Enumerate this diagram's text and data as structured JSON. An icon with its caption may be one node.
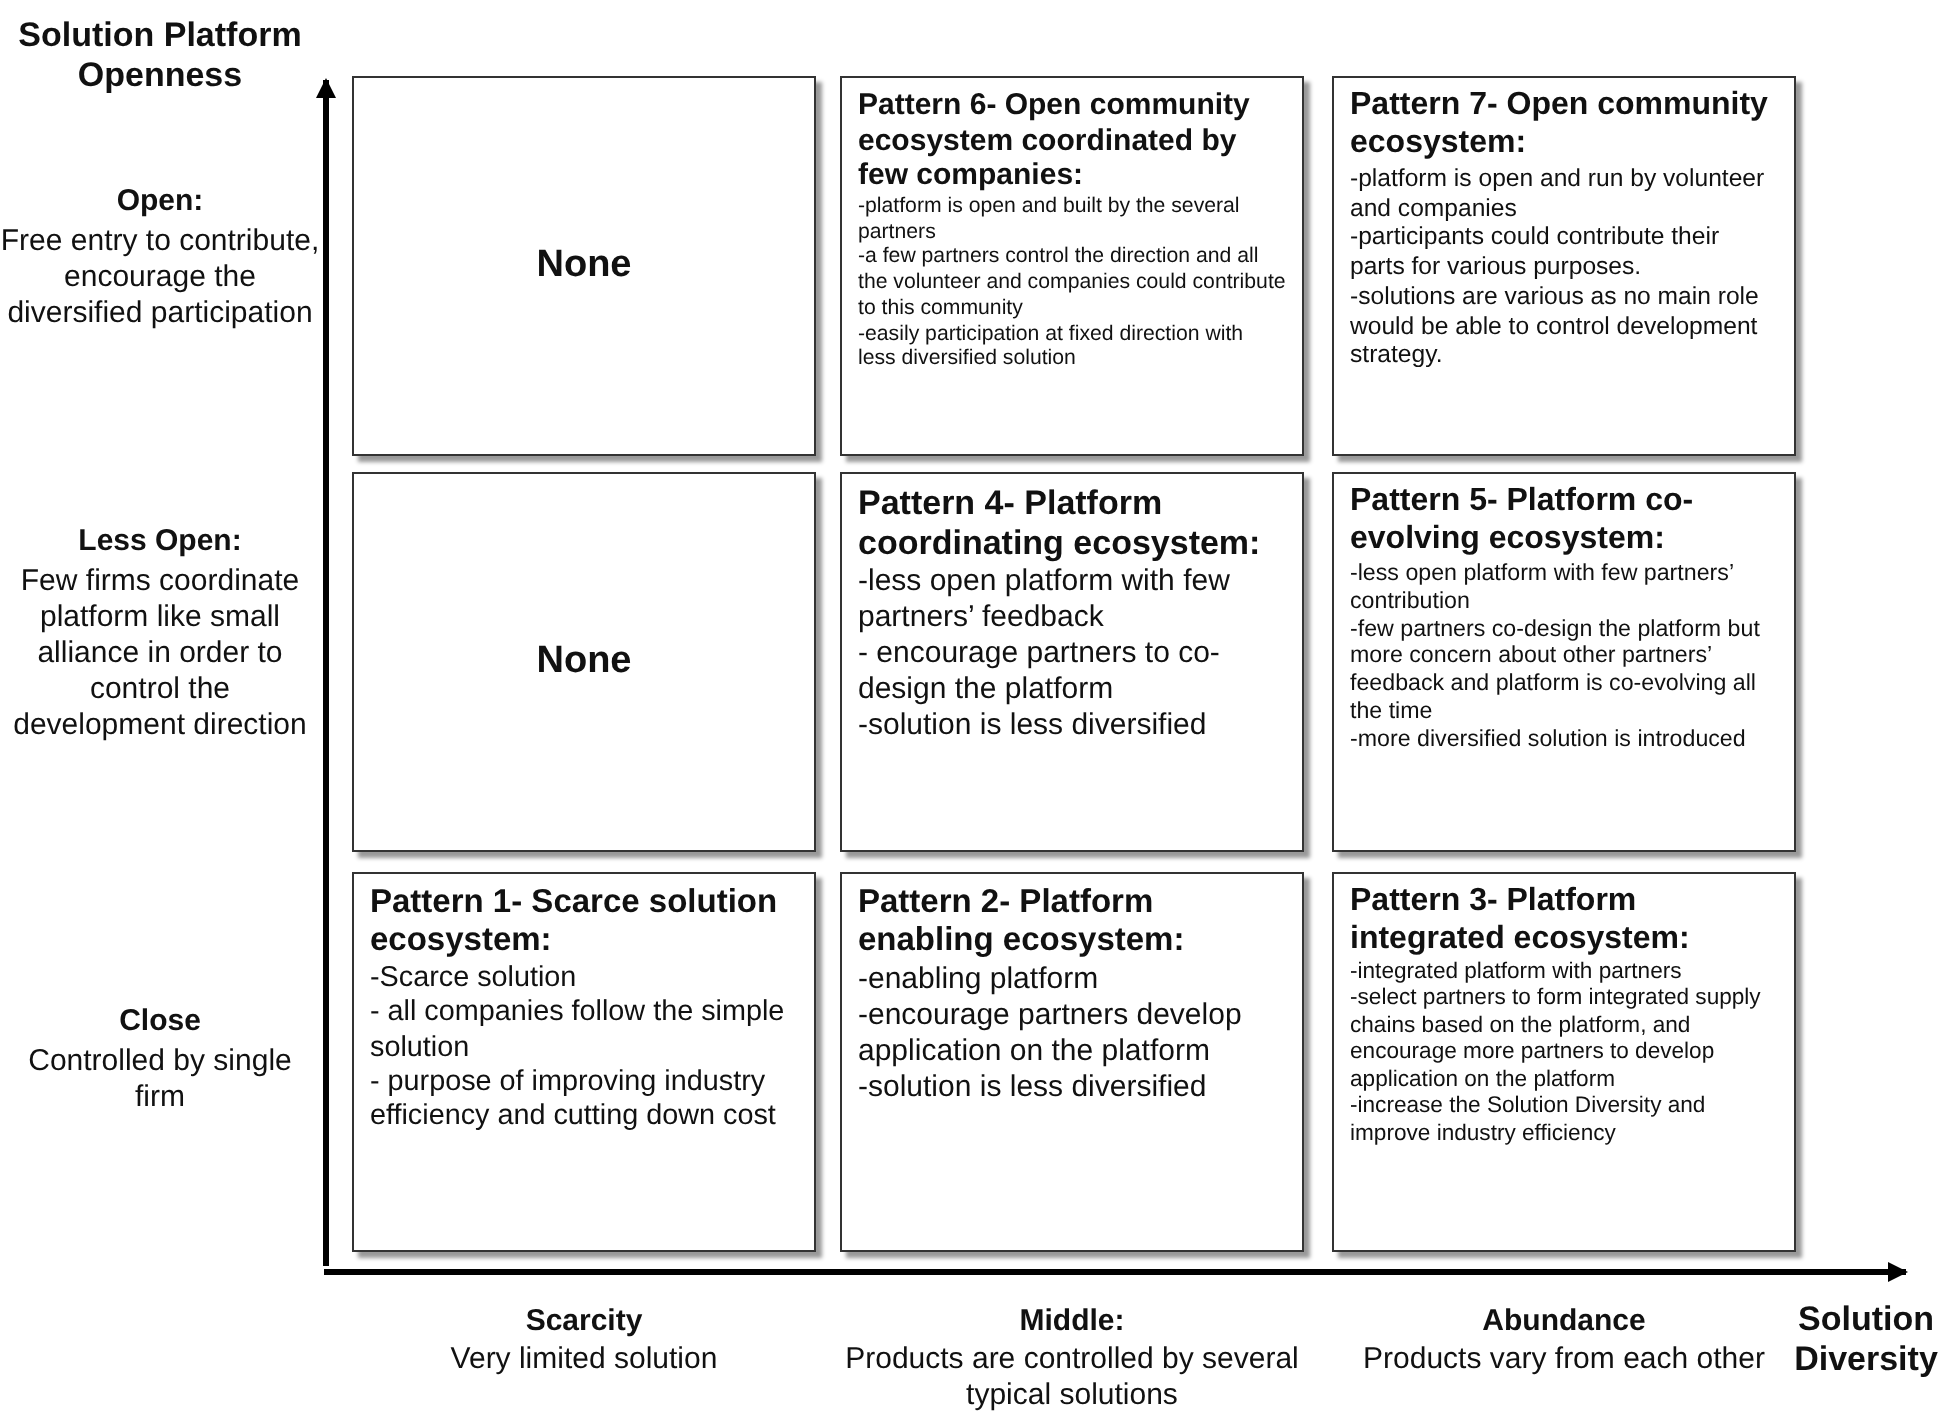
{
  "diagram": {
    "nodes": [
      {
        "text": [
          "None"
        ]
      },
      {
        "text": [
          "Pattern 6- Open community ecosystem coordinated by few companies:",
          "-platform is open and built by the several partners",
          "-a few partners control the direction and all the volunteer and companies could contribute to this community",
          "-easily participation at fixed direction with less diversified solution"
        ]
      },
      {
        "text": [
          "Pattern 7- Open community ecosystem:",
          "-platform is open and run by volunteer and companies",
          "-participants could contribute their parts for various purposes.",
          "-solutions are various as no main role would be able to control development strategy."
        ]
      },
      {
        "text": [
          "None"
        ]
      },
      {
        "text": [
          "Pattern 4- Platform coordinating ecosystem:",
          "-less open platform with few partners’ feedback",
          "- encourage partners to co-design the platform",
          "-solution is less diversified"
        ]
      },
      {
        "text": [
          "Pattern 5- Platform co-evolving ecosystem:",
          "-less open platform with few partners’ contribution",
          "-few partners co-design the platform but more concern about other partners’ feedback and platform is co-evolving all the time",
          "-more diversified solution is introduced"
        ]
      },
      {
        "text": [
          "Pattern 1- Scarce solution ecosystem:",
          "-Scarce solution",
          "- all companies follow the simple solution",
          "- purpose of improving industry efficiency and cutting down cost"
        ]
      },
      {
        "text": [
          "Pattern 2- Platform enabling ecosystem:",
          "-enabling platform",
          "-encourage partners develop application on the platform",
          "-solution is less diversified"
        ]
      },
      {
        "text": [
          "Pattern 3- Platform integrated ecosystem:",
          "-integrated platform with partners",
          "-select partners to form integrated supply chains based on the platform, and encourage more partners to develop application on the platform",
          "-increase the Solution Diversity and improve industry efficiency"
        ]
      }
    ],
    "edges": [],
    "labels": [
      "Solution Platform Openness",
      "Open:",
      "Free entry to contribute, encourage the diversified participation",
      "Less Open:",
      "Few firms coordinate platform like small alliance in order to control the development direction",
      "Close",
      "Controlled by single firm",
      "Scarcity",
      "Very limited solution",
      "Middle:",
      "Products are controlled by several typical solutions",
      "Abundance",
      "Products vary from each other",
      "Solution Diversity"
    ]
  }
}
